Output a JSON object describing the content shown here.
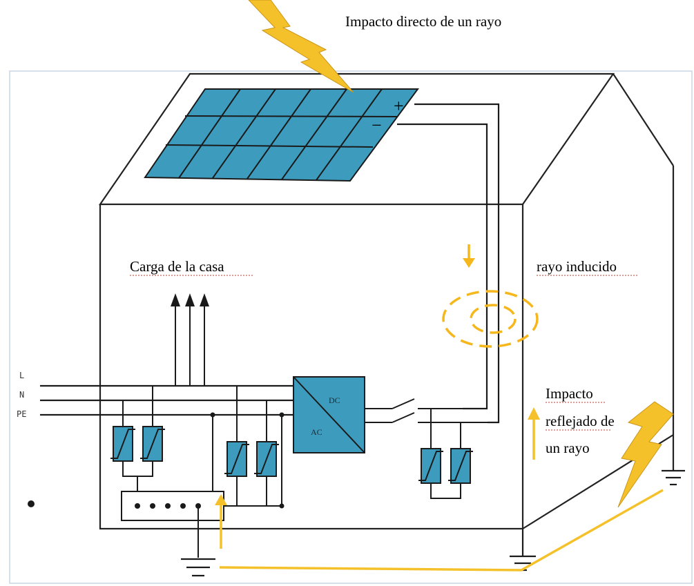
{
  "labels": {
    "direct_strike": "Impacto directo de un rayo",
    "house_load": "Carga de la casa",
    "induced": "rayo inducido",
    "reflected_1": "Impacto",
    "reflected_2": "reflejado  de",
    "reflected_3": "un rayo"
  },
  "lines": {
    "l": "L",
    "n": "N",
    "pe": "PE"
  },
  "panel_polarity": {
    "plus": "+",
    "minus": "−"
  },
  "inverter": {
    "dc": "DC",
    "ac": "AC"
  },
  "colors": {
    "panel_fill": "#3d9cbe",
    "surge_arrester": "#3d9cbe",
    "lightning": "#f5c12a",
    "surge_path": "#f5c12a",
    "wires": "#1a1a1a",
    "house_outline": "#222222"
  }
}
